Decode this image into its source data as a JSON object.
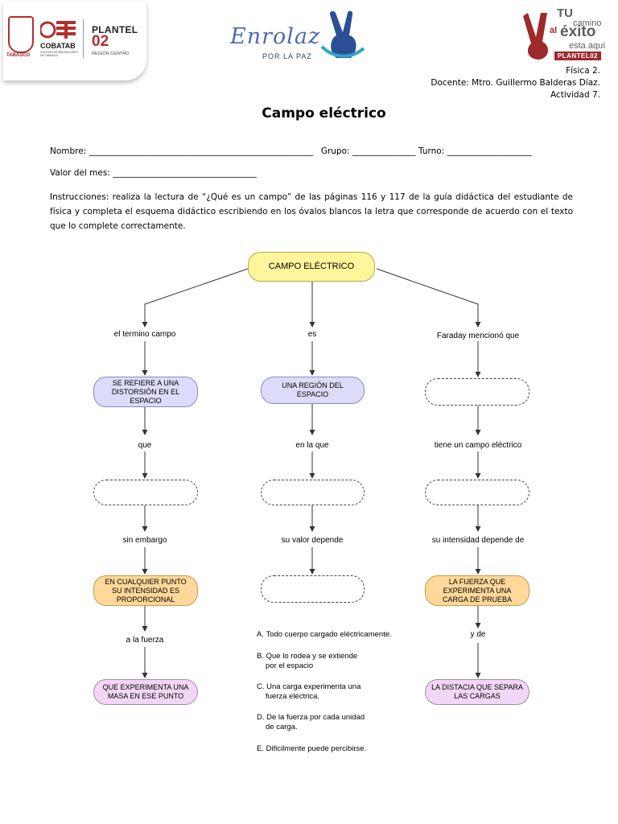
{
  "header": {
    "left_logo": {
      "seal_text": "TABASCO",
      "org": "COBATAB",
      "org_sub": "COLEGIO DE BACHILLERES DE TABASCO",
      "plantel_label": "PLANTEL",
      "plantel_number": "02",
      "region": "REGIÓN CENTRO",
      "colors": {
        "red": "#b0302e"
      }
    },
    "center_logo": {
      "title": "Enrolaz",
      "subtitle": "POR LA PAZ",
      "colors": {
        "blue": "#4c6bb0"
      }
    },
    "right_logo": {
      "line1": "TU",
      "line2": "camino",
      "line3": "al",
      "line4": "éxito",
      "line5": "esta aquí",
      "badge": "PLANTEL02",
      "colors": {
        "maroon": "#9e2a2b",
        "gray": "#5e5e5e"
      }
    },
    "subject": "Física 2.",
    "teacher": "Docente: Mtro. Guillermo Balderas Díaz.",
    "activity": "Actividad 7."
  },
  "title": "Campo eléctrico",
  "form": {
    "name_line": "Nombre: _____________________________________________________   Grupo: _______________ Turno: ____________________",
    "value_line": "Valor del mes: __________________________________"
  },
  "instructions": "Instrucciones: realiza la lectura de “¿Qué es un campo” de las páginas 116 y 117 de la guía didáctica del estudiante de física y completa el esquema didáctico escribiendo en los óvalos blancos la letra que corresponde de acuerdo con el texto que lo complete correctamente.",
  "concept_map": {
    "root": "CAMPO ELÉCTRICO",
    "left": {
      "label1": "el termino campo",
      "node1": "SE REFIERE A UNA DISTORSIÓN EN EL ESPACIO",
      "label2": "que",
      "label3": "sin embargo",
      "node3": "EN CUALQUIER PUNTO SU INTENSIDAD ES PROPORCIONAL",
      "label4": "a la fuerza",
      "node4": "QUE EXPERIMENTA UNA MASA EN ESE PUNTO"
    },
    "middle": {
      "label1": "es",
      "node1": "UNA REGIÓN DEL ESPACIO",
      "label2": "en la que",
      "label3": "su valor depende"
    },
    "right": {
      "label1": "Faraday mencionó que",
      "label2": "tiene un campo eléctrico",
      "label3": "su intensidad depende de",
      "node3": "LA FUERZA QUE EXPERIMENTA UNA CARGA DE PRUEBA",
      "label4": "y de",
      "node4": "LA DISTACIA QUE SEPARA LAS CARGAS"
    },
    "options": [
      {
        "line1": "A. Todo cuerpo cargado eléctricamente.",
        "line2": ""
      },
      {
        "line1": "B. Que lo rodea y se extiende",
        "line2": "por el espacio"
      },
      {
        "line1": "C. Una carga experimenta una",
        "line2": "fuerza eléctrica."
      },
      {
        "line1": "D. De la fuerza por cada unidad",
        "line2": "de carga."
      },
      {
        "line1": "E. Dificilmente puede percibirse.",
        "line2": ""
      }
    ],
    "colors": {
      "yellow": "#fff59a",
      "blue": "#dcdcfa",
      "orange": "#ffd89a",
      "pink": "#f2d6f5"
    }
  }
}
